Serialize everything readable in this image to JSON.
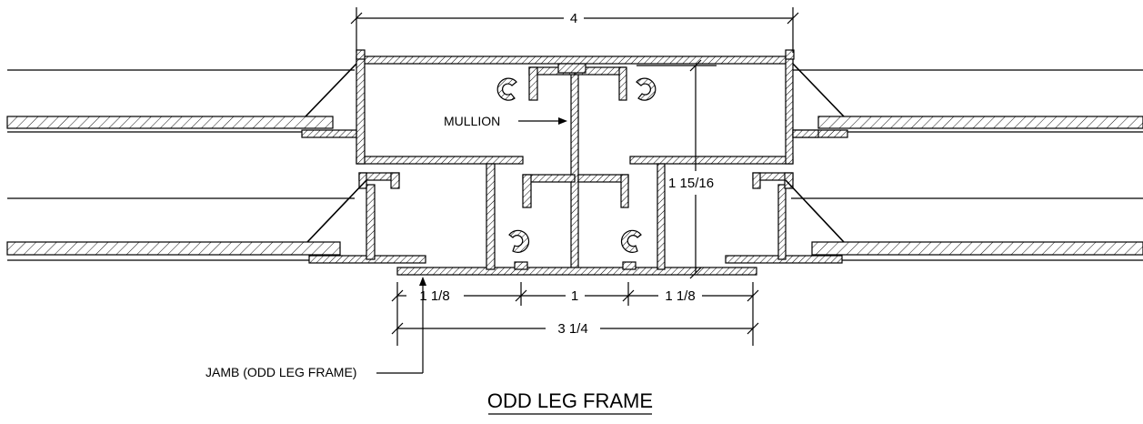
{
  "dimensions": {
    "overall_width": "4",
    "depth": "1 15/16",
    "left_segment": "1 1/8",
    "center_segment": "1",
    "right_segment": "1 1/8",
    "bottom_total": "3 1/4"
  },
  "labels": {
    "mullion": "MULLION",
    "jamb": "JAMB (ODD LEG FRAME)"
  },
  "title": "ODD LEG FRAME"
}
